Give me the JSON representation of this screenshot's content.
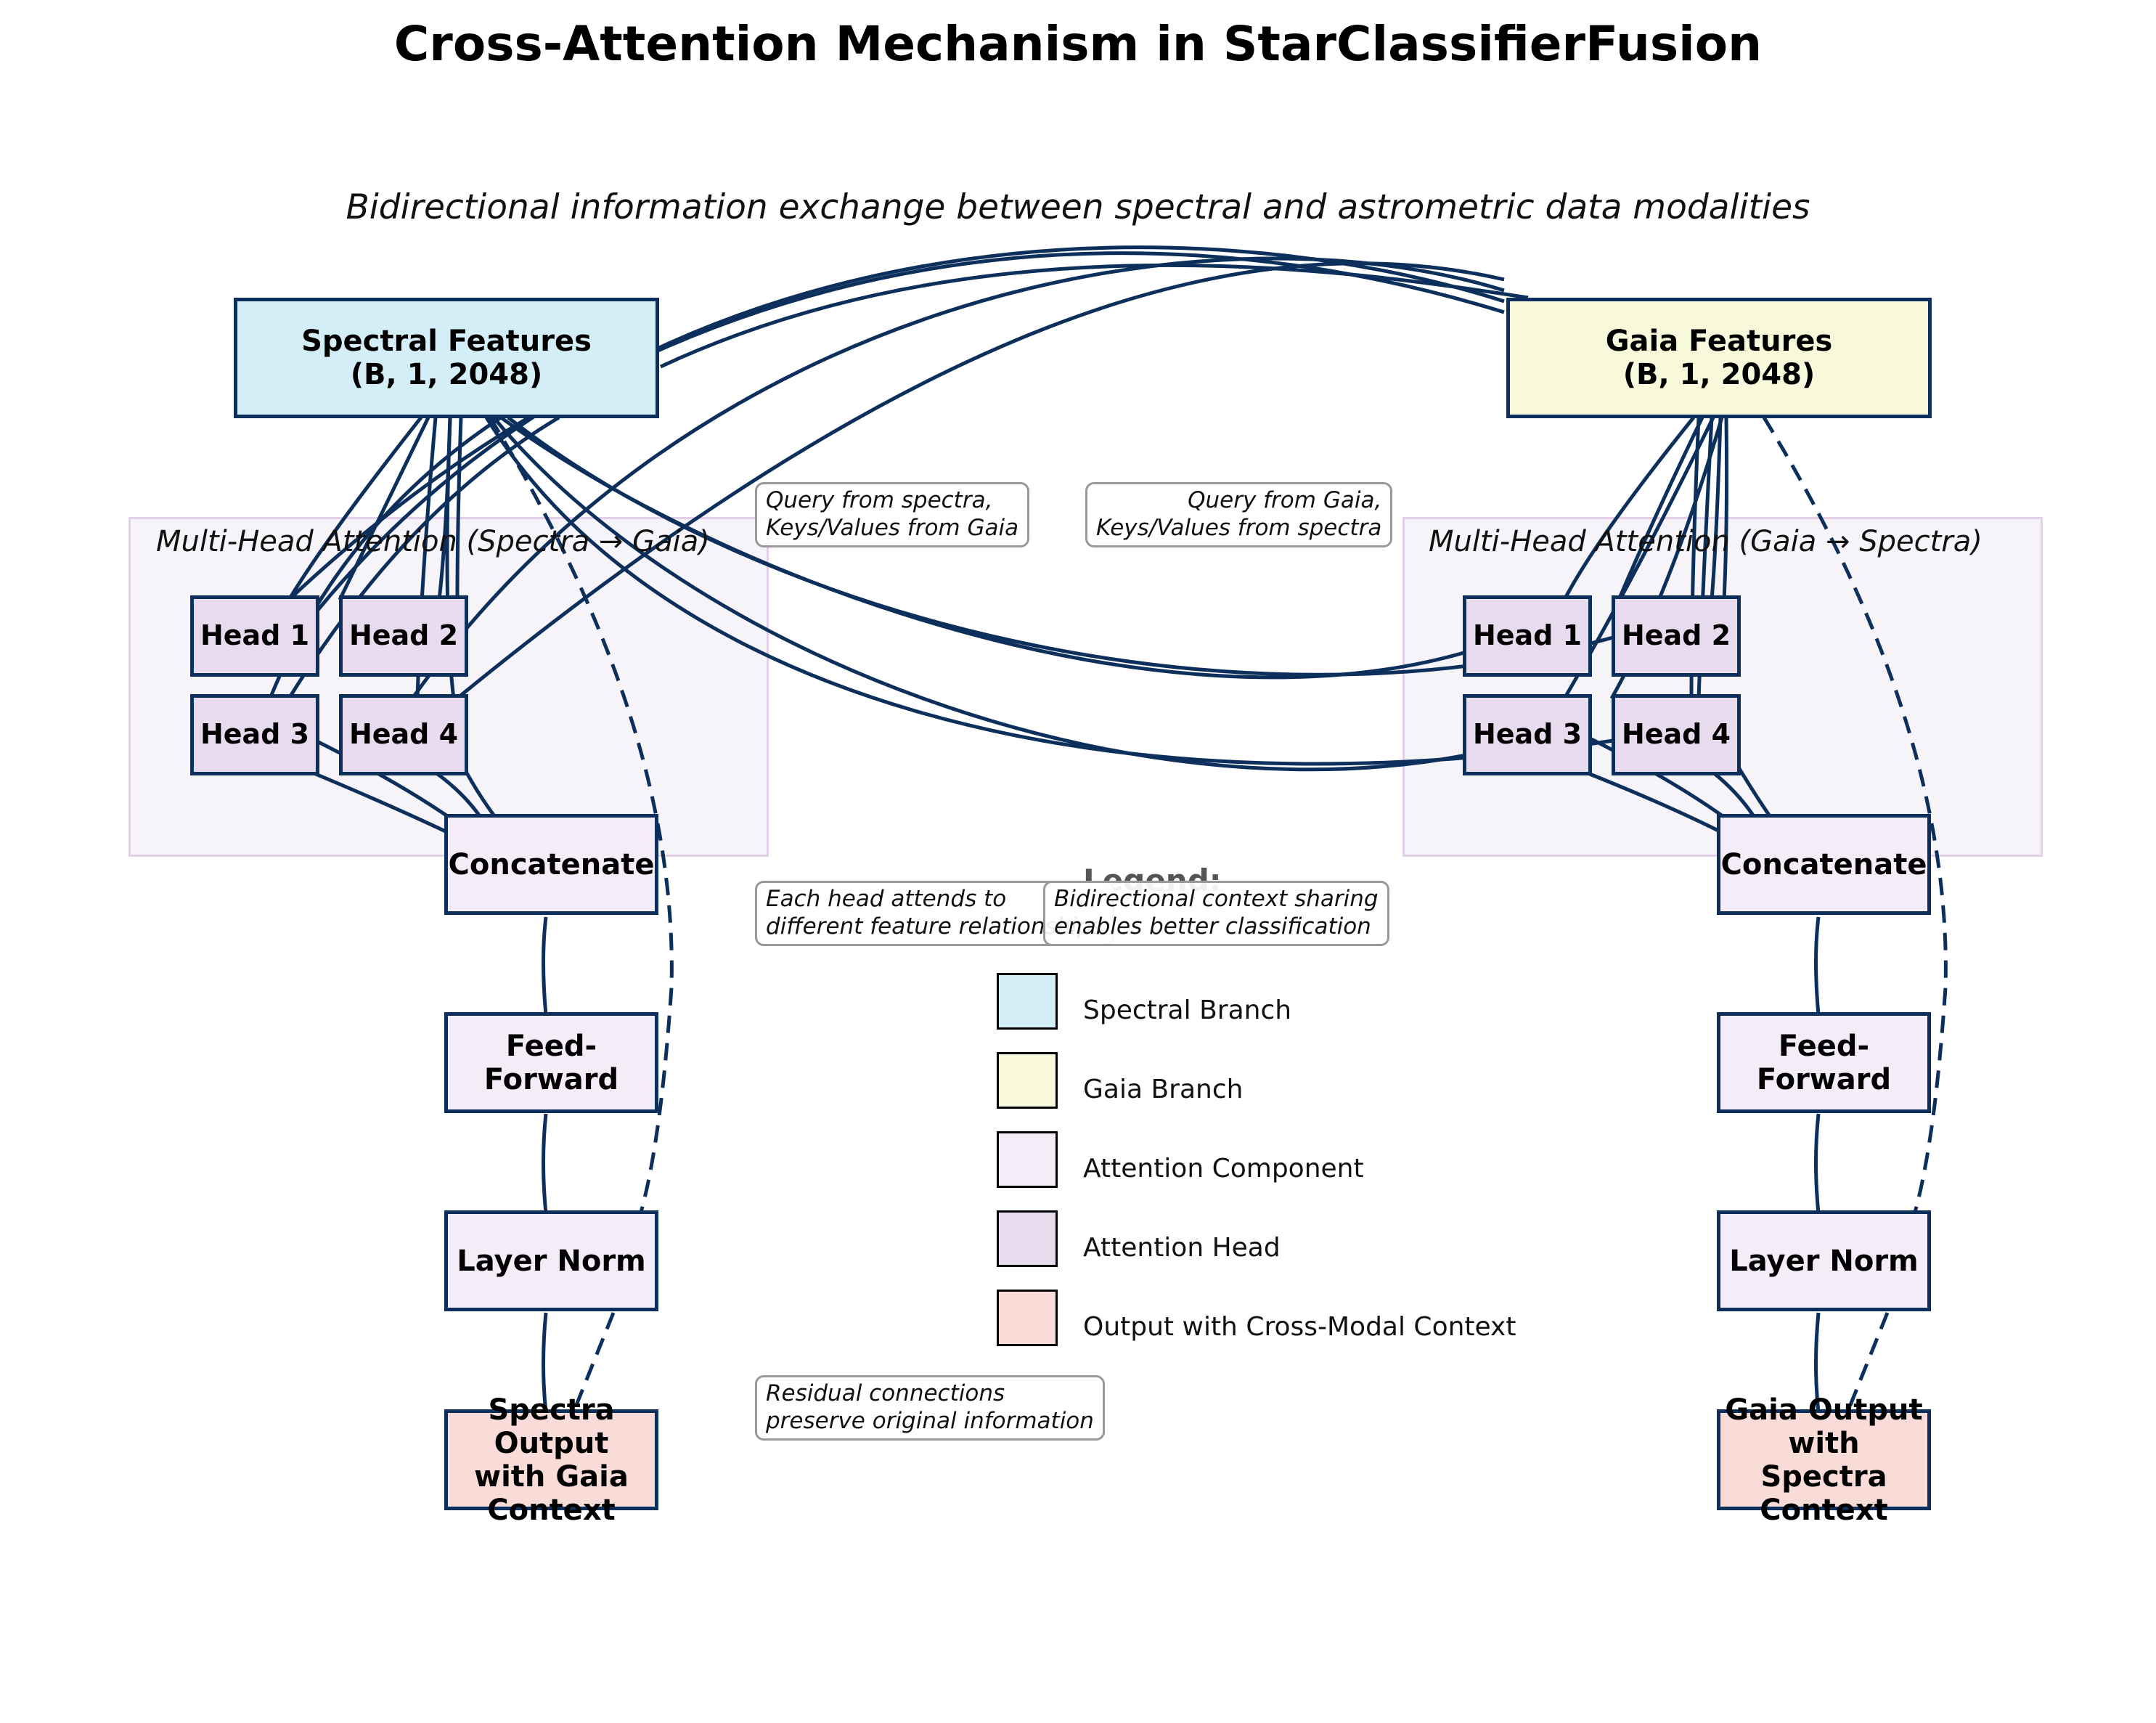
{
  "title": "Cross-Attention Mechanism in StarClassifierFusion",
  "subtitle": "Bidirectional information exchange between spectral and astrometric data modalities",
  "colors": {
    "spectral_branch": "#d4eef7",
    "gaia_branch": "#f7f9da",
    "attention_component": "#f4ecf7",
    "attention_head": "#e8dbee",
    "output": "#f9dcd7",
    "line": "#0c2f5c",
    "region_fill": "#f7f4f9",
    "region_border": "#e4cfe8"
  },
  "left": {
    "features_label": "Spectral Features\n(B, 1, 2048)",
    "region_label": "Multi-Head Attention (Spectra → Gaia)",
    "heads": [
      "Head 1",
      "Head 2",
      "Head 3",
      "Head 4"
    ],
    "concat": "Concatenate",
    "ffn": "Feed-Forward",
    "norm": "Layer Norm",
    "output": "Spectra Output\nwith Gaia Context"
  },
  "right": {
    "features_label": "Gaia Features\n(B, 1, 2048)",
    "region_label": "Multi-Head Attention (Gaia → Spectra)",
    "heads": [
      "Head 1",
      "Head 2",
      "Head 3",
      "Head 4"
    ],
    "concat": "Concatenate",
    "ffn": "Feed-Forward",
    "norm": "Layer Norm",
    "output": "Gaia Output\nwith Spectra Context"
  },
  "notes": {
    "query_spectra": "Query from spectra,\nKeys/Values from Gaia",
    "query_gaia": "Query from Gaia,\nKeys/Values from spectra",
    "heads_note": "Each head attends to\ndifferent feature relationships",
    "bidirectional_note": "Bidirectional context sharing\nenables better classification",
    "residual_note": "Residual connections\npreserve original information"
  },
  "legend": {
    "title": "Legend:",
    "items": [
      {
        "label": "Spectral Branch",
        "color": "#d4eef7"
      },
      {
        "label": "Gaia Branch",
        "color": "#f7f9da"
      },
      {
        "label": "Attention Component",
        "color": "#f4ecf7"
      },
      {
        "label": "Attention Head",
        "color": "#e8dbee"
      },
      {
        "label": "Output with Cross-Modal Context",
        "color": "#f9dcd7"
      }
    ]
  }
}
